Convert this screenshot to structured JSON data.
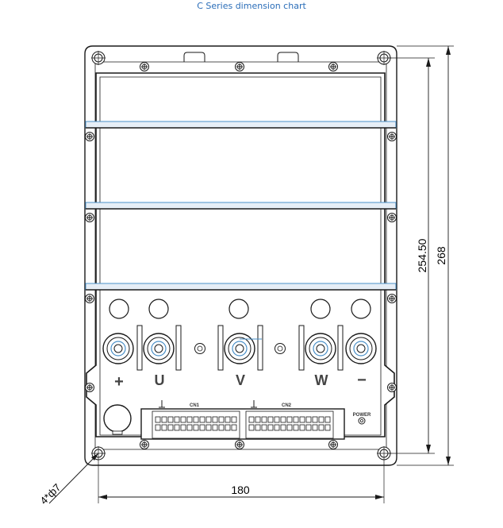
{
  "caption": "C Series dimension chart",
  "dimensions": {
    "width": "180",
    "inner_height": "254.50",
    "outer_height": "268",
    "holes": "4*ф7"
  },
  "terminals": {
    "plus": "+",
    "u": "U",
    "v": "V",
    "w": "W",
    "minus": "−"
  },
  "connectors": {
    "cn1": "CN1",
    "cn2": "CN2",
    "power": "POWER"
  },
  "colors": {
    "outline": "#1a1a1a",
    "accent": "#4a90c8",
    "caption": "#2a6db8"
  }
}
